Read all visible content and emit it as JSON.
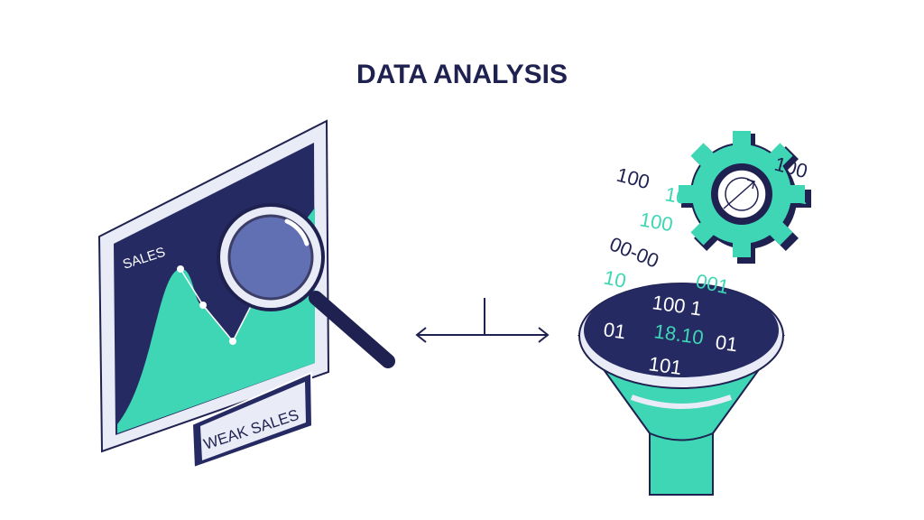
{
  "title": "DATA ANALYSIS",
  "monitor": {
    "chart_label": "SALES",
    "callout": "WEAK SALES"
  },
  "binary_dark": [
    "100",
    "00-00",
    "100",
    "100 1",
    "01",
    "01",
    "101"
  ],
  "binary_teal": [
    "10",
    "100",
    "10",
    "001",
    "01",
    "18.10"
  ],
  "colors": {
    "navy": "#1f2150",
    "teal": "#3ed6b4",
    "frame": "#e9ebf6"
  }
}
